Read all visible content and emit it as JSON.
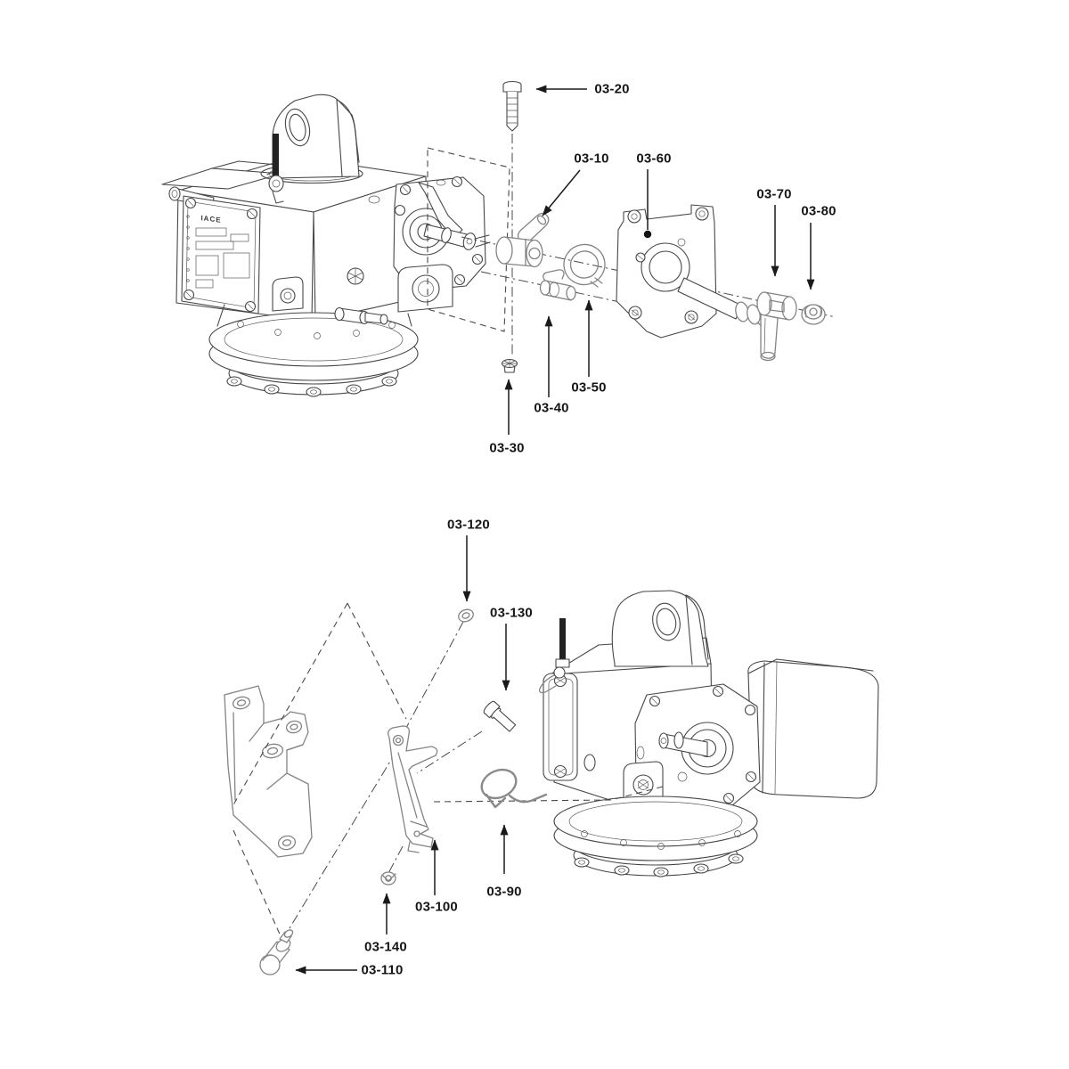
{
  "figure": {
    "kind": "exploded-parts-diagram",
    "views": [
      "top exploded view",
      "bottom exploded view"
    ]
  },
  "callouts": [
    {
      "id": "03-10"
    },
    {
      "id": "03-20"
    },
    {
      "id": "03-30"
    },
    {
      "id": "03-40"
    },
    {
      "id": "03-50"
    },
    {
      "id": "03-60"
    },
    {
      "id": "03-70"
    },
    {
      "id": "03-80"
    },
    {
      "id": "03-90"
    },
    {
      "id": "03-100"
    },
    {
      "id": "03-110"
    },
    {
      "id": "03-120"
    },
    {
      "id": "03-130"
    },
    {
      "id": "03-140"
    }
  ],
  "nameplate": {
    "brand": "IACE"
  },
  "colors": {
    "line": "#474747",
    "gray_part": "#848484",
    "arrow": "#1a1a1a",
    "background": "#ffffff"
  }
}
